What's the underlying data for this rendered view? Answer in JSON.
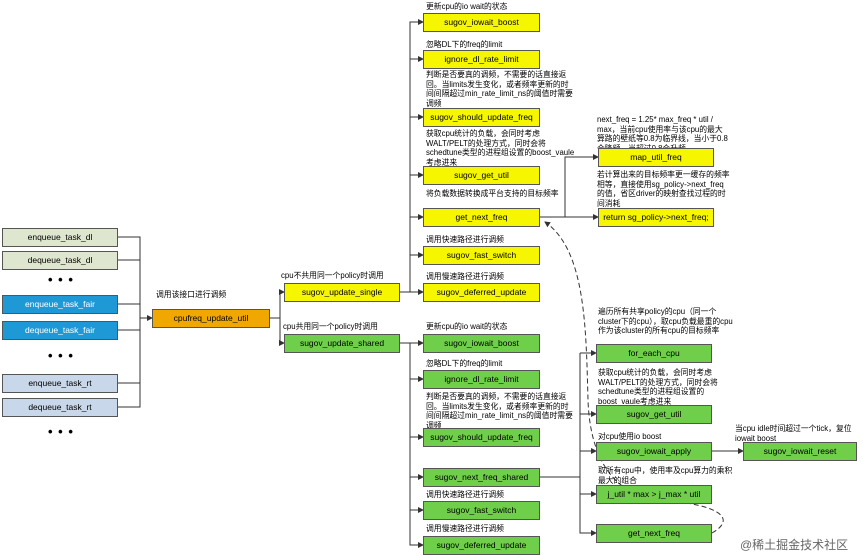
{
  "inputs": {
    "enqueue_dl": "enqueue_task_dl",
    "dequeue_dl": "dequeue_task_dl",
    "enqueue_fair": "enqueue_task_fair",
    "dequeue_fair": "dequeue_task_fair",
    "enqueue_rt": "enqueue_task_rt",
    "dequeue_rt": "dequeue_task_rt",
    "dots": "• • •"
  },
  "center": {
    "call_label": "调用该接口进行调频",
    "main": "cpufreq_update_util",
    "single_label": "cpu不共用同一个policy时调用",
    "single": "sugov_update_single",
    "shared_label": "cpu共用同一个policy时调用",
    "shared": "sugov_update_shared"
  },
  "single_branch": {
    "n1": "更新cpu的io wait的状态",
    "b1": "sugov_iowait_boost",
    "n2": "忽略DL下的freq的limit",
    "b2": "ignore_dl_rate_limit",
    "n3": "判断是否要真的调频，不需要的话直接返回。当limits发生变化，或者频率更新的时间间隔超过min_rate_limit_ns的阈值时需要调频",
    "b3": "sugov_should_update_freq",
    "n4": "获取cpu统计的负载，会同时考虑WALT/PELT的处理方式，同时会将schedtune类型的进程组设置的boost_vaule考虑进来",
    "b4": "sugov_get_util",
    "n5": "将负载数据转换成平台支持的目标频率",
    "b5": "get_next_freq",
    "n6": "调用快速路径进行调频",
    "b6": "sugov_fast_switch",
    "n7": "调用慢速路径进行调频",
    "b7": "sugov_deferred_update"
  },
  "freq_branch": {
    "n1": "next_freq = 1.25* max_freq * util / max，当前cpu使用率与该cpu的最大算路的壁纸等0.8为临界线，当小于0.8会降频，当超过0.8会升频",
    "b1": "map_util_freq",
    "n2": "若计算出来的目标频率更一缓存的频率相等，直接使用sg_policy->next_freq的值，省区driver的映射查找过程的时间消耗",
    "b2": "return sg_policy->next_freq;"
  },
  "shared_branch": {
    "n1": "更新cpu的io wait的状态",
    "b1": "sugov_iowait_boost",
    "n2": "忽略DL下的freq的limit",
    "b2": "ignore_dl_rate_limit",
    "n3": "判断是否要真的调频，不需要的话直接返回。当limits发生变化，或者频率更新的时间间隔超过min_rate_limit_ns的阈值时需要调频",
    "b3": "sugov_should_update_freq",
    "b4": "sugov_next_freq_shared",
    "n6": "调用快速路径进行调频",
    "b6": "sugov_fast_switch",
    "n7": "调用慢速路径进行调频",
    "b7": "sugov_deferred_update"
  },
  "shared_next": {
    "n1": "遍历所有共享policy的cpu（同一个cluster下的cpu），取cpu负载最重的cpu作为该cluster的所有cpu的目标频率",
    "b1": "for_each_cpu",
    "n2": "获取cpu统计的负载，会同时考虑WALT/PELT的处理方式，同时会将schedtune类型的进程组设置的boost_vaule考虑进来",
    "b2": "sugov_get_util",
    "n3": "对cpu使用io boost",
    "b3": "sugov_iowait_apply",
    "n4": "当cpu idle时间超过一个tick，复位iowait boost",
    "b4": "sugov_iowait_reset",
    "n5": "取所有cpu中，使用率及cpu算力的乘积最大的组合",
    "b5": "j_util * max > j_max * util",
    "b6": "get_next_freq"
  },
  "watermark": "@稀土掘金技术社区",
  "colors": {
    "input_dl": "#dfe6cf",
    "input_fair": "#1f99d6",
    "input_rt": "#c8d7e9",
    "main": "#f0a800",
    "single": "#f6f600",
    "shared": "#6fcf4a",
    "line": "#333333"
  }
}
